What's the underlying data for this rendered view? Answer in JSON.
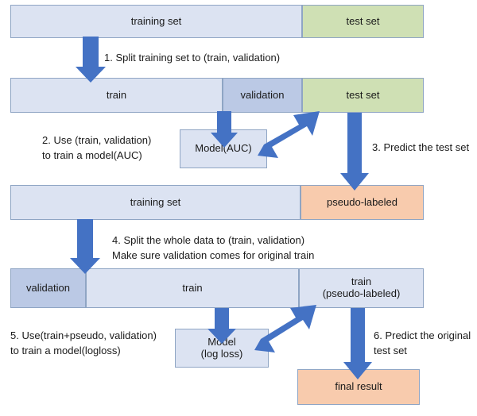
{
  "diagram": {
    "title": "Pseudo-labeling training workflow",
    "colors": {
      "light_blue": "#DCE3F2",
      "mid_blue": "#BBC9E5",
      "green": "#CFE0B4",
      "orange": "#F8CBAD",
      "arrow_blue": "#4472C4",
      "border": "#8FA5C4"
    },
    "rows": {
      "row1": {
        "training_set": "training set",
        "test_set": "test set"
      },
      "row2": {
        "train": "train",
        "validation": "validation",
        "test_set": "test set"
      },
      "row3": {
        "training_set": "training set",
        "pseudo_labeled": "pseudo-labeled"
      },
      "row4": {
        "validation": "validation",
        "train": "train",
        "train_pseudo": "train\n(pseudo-labeled)"
      }
    },
    "models": {
      "model_auc": "Model(AUC)",
      "model_logloss": "Model\n(log loss)"
    },
    "final": {
      "final_result": "final result"
    },
    "steps": [
      {
        "id": "step1",
        "text": "1. Split training set to (train, validation)"
      },
      {
        "id": "step2",
        "text": "2. Use (train, validation)\nto train a model(AUC)"
      },
      {
        "id": "step3",
        "text": "3. Predict the test set"
      },
      {
        "id": "step4",
        "text": "4. Split the whole data to (train, validation)\nMake sure validation comes for original train"
      },
      {
        "id": "step5",
        "text": "5. Use(train+pseudo, validation)\nto train a model(logloss)"
      },
      {
        "id": "step6",
        "text": "6. Predict the original\ntest set"
      }
    ],
    "arrows": [
      {
        "name": "arrow-split-training-set",
        "kind": "down-arrow-icon"
      },
      {
        "name": "arrow-train-to-model-auc",
        "kind": "down-arrow-icon"
      },
      {
        "name": "arrow-model-auc-to-test-set",
        "kind": "diagonal-arrow-icon"
      },
      {
        "name": "arrow-predict-test-set",
        "kind": "down-arrow-icon"
      },
      {
        "name": "arrow-split-whole-data",
        "kind": "down-arrow-icon"
      },
      {
        "name": "arrow-train-to-model-logloss",
        "kind": "down-arrow-icon"
      },
      {
        "name": "arrow-model-logloss-to-train-pseudo",
        "kind": "diagonal-arrow-icon"
      },
      {
        "name": "arrow-predict-final-result",
        "kind": "down-arrow-icon"
      }
    ]
  }
}
